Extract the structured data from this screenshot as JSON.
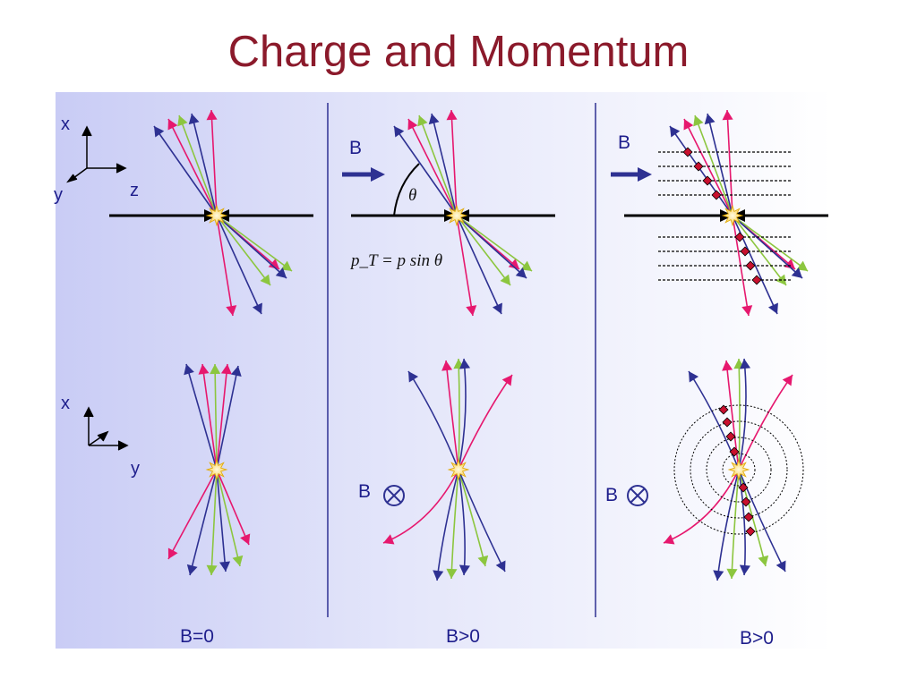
{
  "slide": {
    "title": "Charge and Momentum"
  },
  "colors": {
    "title": "#8b1a2b",
    "label": "#1e1e8c",
    "track_pink": "#e6186e",
    "track_navy": "#2e3192",
    "track_green": "#8cc63f",
    "beam": "#000000",
    "vertex": "#ffe066",
    "hit": "#c8102e",
    "divider": "#2e3192"
  },
  "panels": {
    "left": {
      "axes_top": [
        "x",
        "y",
        "z"
      ],
      "axes_bottom": [
        "x",
        "y"
      ],
      "caption": "B=0"
    },
    "middle": {
      "field_label": "B",
      "angle_label": "θ",
      "formula": "p_T = p sin θ",
      "field_label_bottom": "B",
      "caption": "B>0"
    },
    "right": {
      "field_label": "B",
      "field_label_bottom": "B",
      "caption": "B>0"
    }
  },
  "icons": [
    "arrow-right-icon",
    "cross-in-circle-icon",
    "vertex-star-icon"
  ]
}
